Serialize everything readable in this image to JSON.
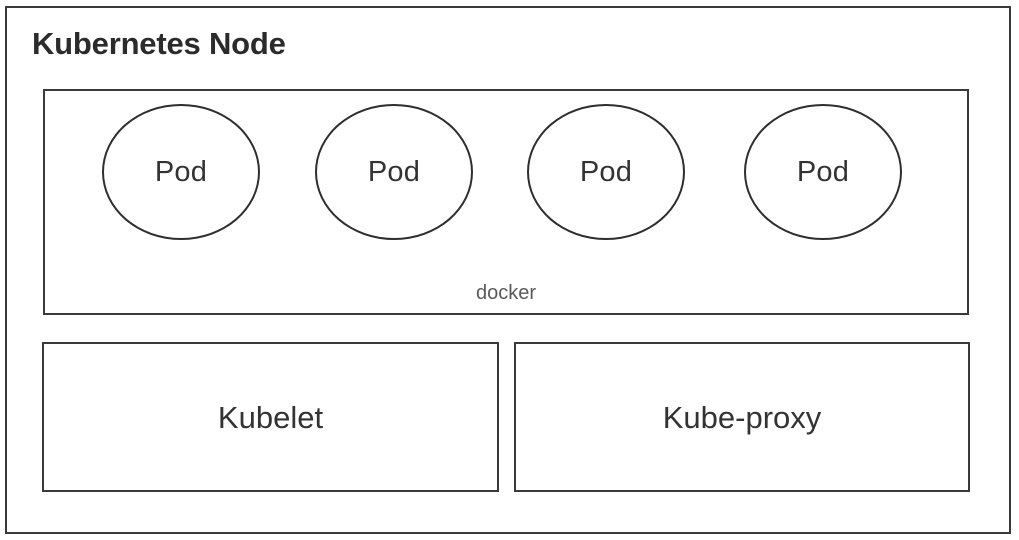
{
  "diagram": {
    "title": "Kubernetes Node",
    "background_color": "#ffffff",
    "border_color": "#3a3a3a",
    "title_color": "#2b2b2b"
  },
  "container": {
    "label": "docker",
    "label_color": "#5a5a5a",
    "pods": [
      {
        "label": "Pod"
      },
      {
        "label": "Pod"
      },
      {
        "label": "Pod"
      },
      {
        "label": "Pod"
      }
    ]
  },
  "components": [
    {
      "label": "Kubelet"
    },
    {
      "label": "Kube-proxy"
    }
  ]
}
